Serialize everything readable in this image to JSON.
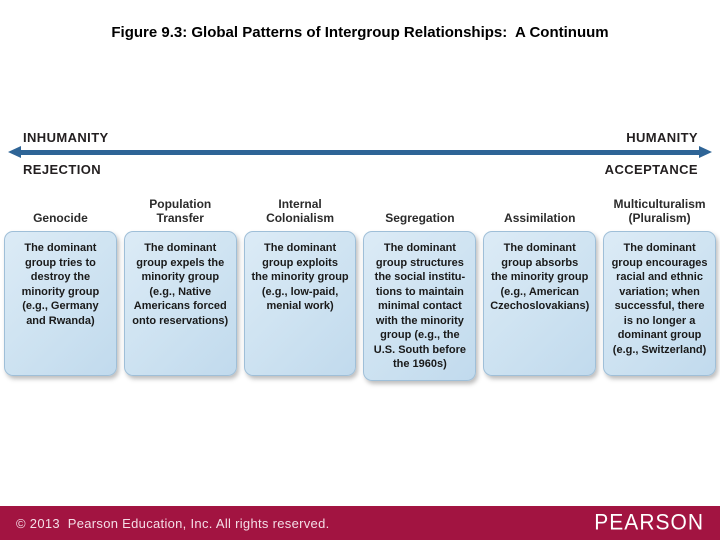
{
  "title": "Figure 9.3: Global Patterns of Intergroup Relationships:  A Continuum",
  "continuum": {
    "left_top": "INHUMANITY",
    "left_bottom": "REJECTION",
    "right_top": "HUMANITY",
    "right_bottom": "ACCEPTANCE",
    "arrow_color": "#2e6496"
  },
  "patterns": [
    {
      "label": "Genocide",
      "description": "The dominant\ngroup tries to\ndestroy the\nminority group\n(e.g., Germany\nand Rwanda)"
    },
    {
      "label": "Population\nTransfer",
      "description": "The dominant\ngroup expels the\nminority group\n(e.g., Native\nAmericans forced\nonto reservations)"
    },
    {
      "label": "Internal\nColonialism",
      "description": "The dominant\ngroup exploits\nthe minority group\n(e.g., low-paid,\nmenial work)"
    },
    {
      "label": "Segregation",
      "description": "The dominant\ngroup structures\nthe social institu-\ntions to maintain\nminimal contact\nwith the minority\ngroup (e.g., the\nU.S. South before\nthe 1960s)"
    },
    {
      "label": "Assimilation",
      "description": "The dominant\ngroup absorbs\nthe minority group\n(e.g., American\nCzechoslovakians)"
    },
    {
      "label": "Multiculturalism\n(Pluralism)",
      "description": "The dominant\ngroup encourages\nracial and ethnic\nvariation; when\nsuccessful, there\nis no longer a\ndominant group\n(e.g., Switzerland)"
    }
  ],
  "footer": {
    "copyright": "© 2013  Pearson Education, Inc. All rights reserved.",
    "logo": "PEARSON",
    "bar_color": "#a21441"
  },
  "colors": {
    "box_fill": "#cde2f1",
    "box_border": "#9fbfd8",
    "arrow": "#2e6496",
    "footer_bar": "#a21441"
  }
}
